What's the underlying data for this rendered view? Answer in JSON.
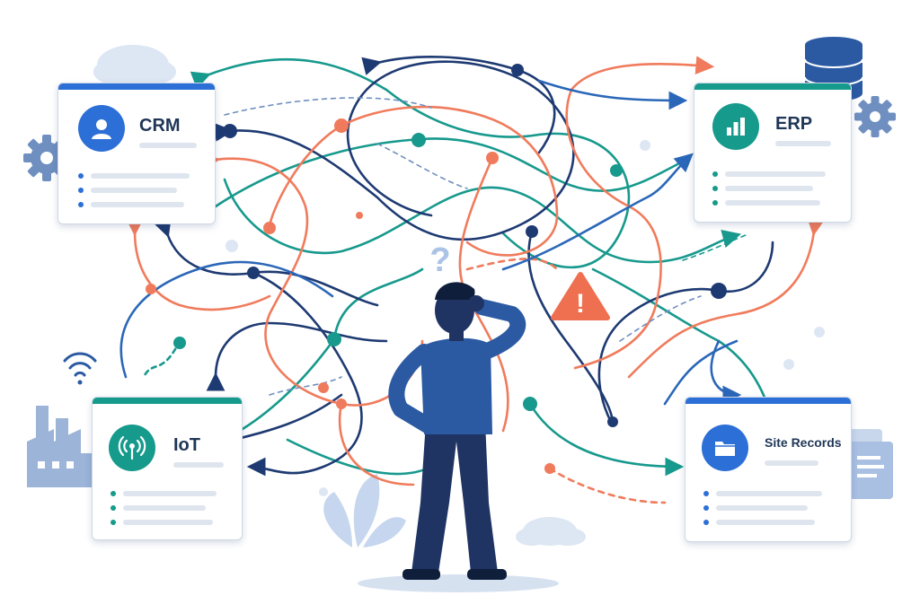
{
  "systems": {
    "crm": {
      "label": "CRM",
      "accent": "#2c6fd6",
      "icon": "user-icon"
    },
    "erp": {
      "label": "ERP",
      "accent": "#159a8c",
      "icon": "bar-chart-icon"
    },
    "iot": {
      "label": "IoT",
      "accent": "#159a8c",
      "icon": "antenna-icon"
    },
    "site_records": {
      "label": "Site Records",
      "accent": "#2c6fd6",
      "icon": "folder-icon"
    }
  },
  "symbols": {
    "question": "?",
    "warning": "!"
  },
  "colors": {
    "navy": "#1e3a72",
    "teal": "#17998d",
    "orange": "#f07b5c",
    "blue": "#2b67b8",
    "light_blue": "#aac3e6"
  }
}
